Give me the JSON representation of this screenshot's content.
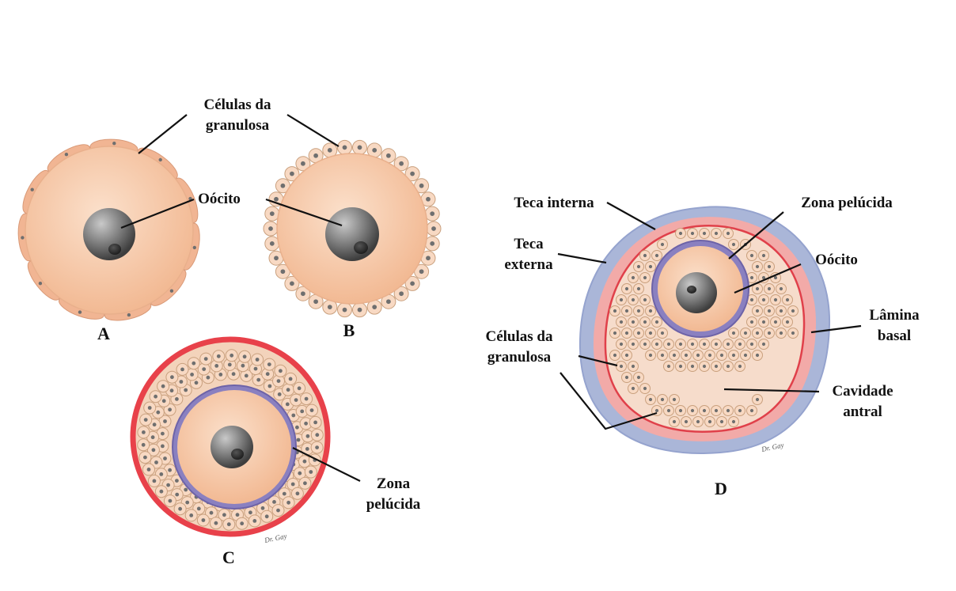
{
  "labels": {
    "granulosa_cells": "Células da granulosa",
    "oocyte": "Oócito",
    "zona_pellucida": "Zona pelúcida",
    "theca_interna": "Teca interna",
    "theca_externa": "Teca externa",
    "basal_lamina": "Lâmina basal",
    "antral_cavity": "Cavidade antral"
  },
  "letters": {
    "a": "A",
    "b": "B",
    "c": "C",
    "d": "D"
  },
  "colors": {
    "cytoplasm": "#f6c7a4",
    "cell_fill": "#f8d9c3",
    "cell_stroke": "#c9a07e",
    "nucleus": "#6f6f6f",
    "zona": "#7c6fb0",
    "basal_lamina": "#e8414a",
    "theca_interna": "#f2aaa8",
    "theca_externa": "#aab6d8",
    "leader": "#111111"
  }
}
